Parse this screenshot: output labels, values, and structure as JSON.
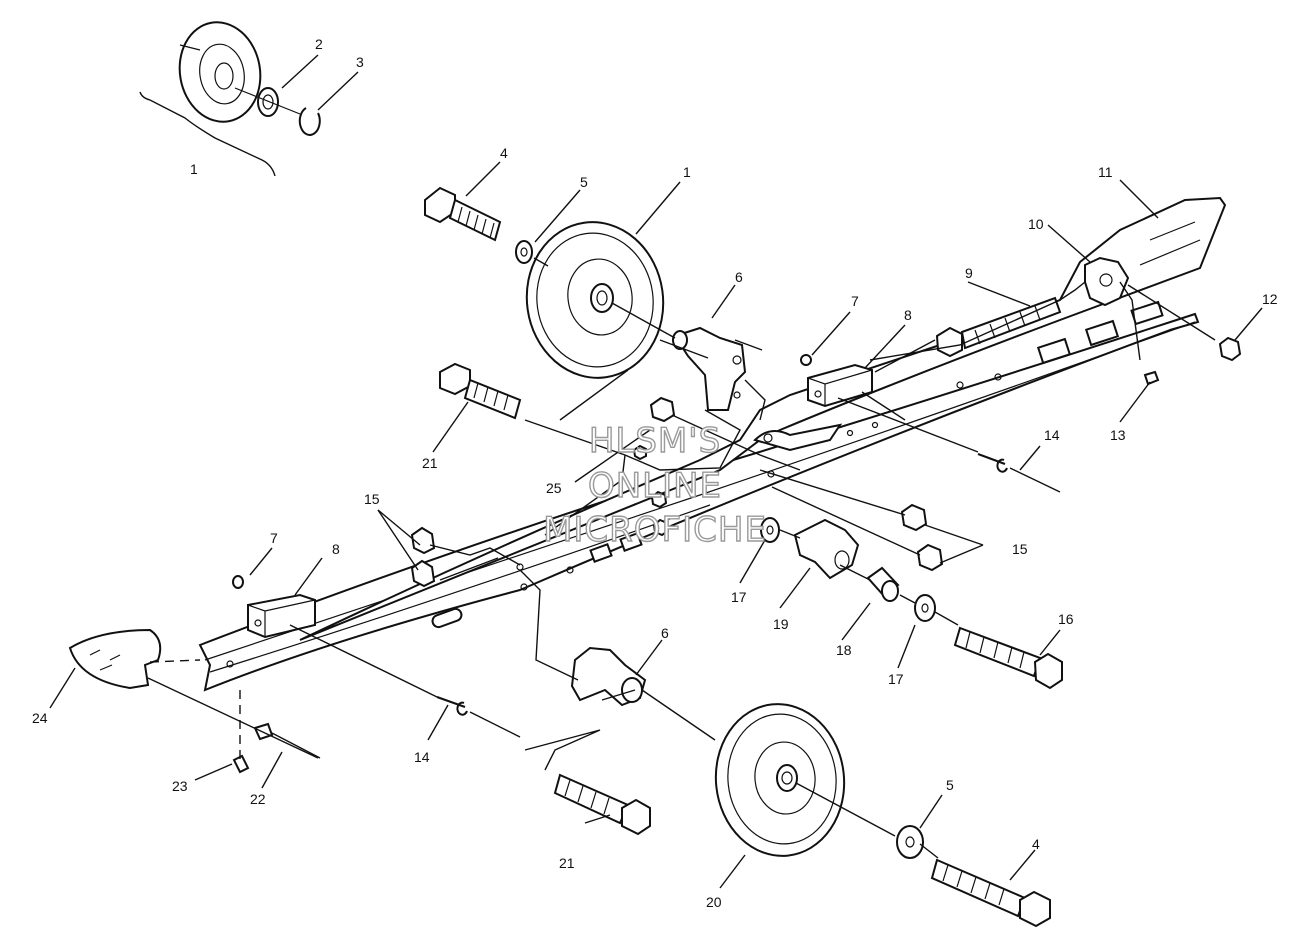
{
  "watermark": {
    "line1": "HLSM'S",
    "line2": "ONLINE",
    "line3": "MICROFICHE"
  },
  "callouts": {
    "c1_top": "1",
    "c2": "2",
    "c3": "3",
    "c4_top": "4",
    "c5_top": "5",
    "c1_mid": "1",
    "c6_top": "6",
    "c7_right": "7",
    "c8_right": "8",
    "c9": "9",
    "c10": "10",
    "c11": "11",
    "c12": "12",
    "c13": "13",
    "c14_right": "14",
    "c15_right": "15",
    "c16": "16",
    "c17_upper": "17",
    "c17_lower": "17",
    "c18": "18",
    "c19": "19",
    "c20": "20",
    "c21_upper": "21",
    "c21_lower": "21",
    "c22": "22",
    "c23": "23",
    "c24": "24",
    "c25": "25",
    "c15_left": "15",
    "c7_left": "7",
    "c8_left": "8",
    "c6_lower": "6",
    "c14_lower": "14",
    "c4_lower": "4",
    "c5_lower": "5"
  }
}
